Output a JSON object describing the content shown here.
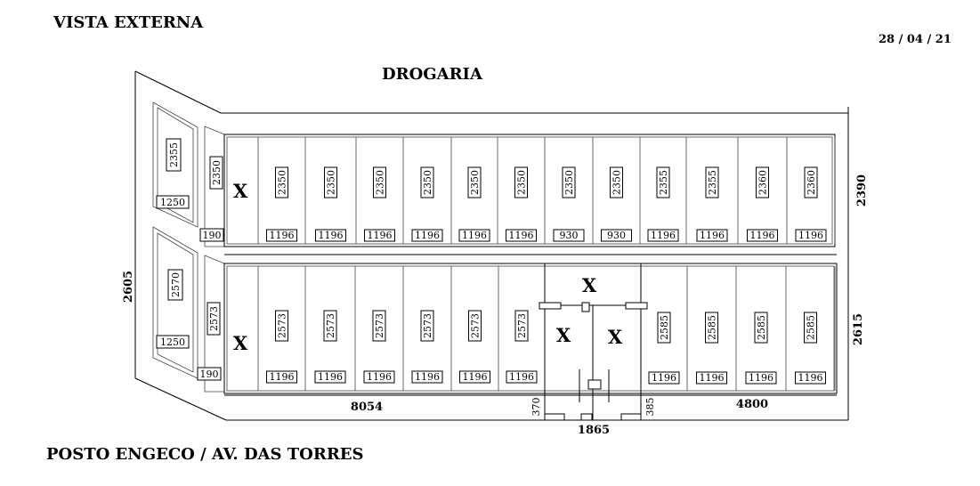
{
  "header": {
    "title": "VISTA EXTERNA",
    "date": "28 / 04 / 21",
    "store": "DROGARIA",
    "location": "POSTO ENGECO / AV. DAS TORRES"
  },
  "side": {
    "upper_height": "2355",
    "upper_width": "1250",
    "lower_height": "2570",
    "lower_width": "1250",
    "overall_left": "2605"
  },
  "row_top": {
    "left_height": "2350",
    "left_width": "190",
    "mark": "X",
    "heights": [
      "2350",
      "2350",
      "2350",
      "2350",
      "2350",
      "2350",
      "2350",
      "2350",
      "2355",
      "2355",
      "2360",
      "2360"
    ],
    "widths": [
      "1196",
      "1196",
      "1196",
      "1196",
      "1196",
      "1196",
      "930",
      "930",
      "1196",
      "1196",
      "1196",
      "1196"
    ],
    "overall_right": "2390"
  },
  "row_bottom": {
    "left_height": "2573",
    "left_width": "190",
    "mark": "X",
    "left_heights": [
      "2573",
      "2573",
      "2573",
      "2573",
      "2573",
      "2573"
    ],
    "left_widths": [
      "1196",
      "1196",
      "1196",
      "1196",
      "1196",
      "1196"
    ],
    "door_marks": [
      "X",
      "X",
      "X"
    ],
    "right_heights": [
      "2585",
      "2585",
      "2585",
      "2585"
    ],
    "right_widths": [
      "1196",
      "1196",
      "1196",
      "1196"
    ],
    "overall_right": "2615"
  },
  "bottom_dims": {
    "left_run": "8054",
    "door_left": "370",
    "door_right": "385",
    "door_width": "1865",
    "right_run": "4800"
  }
}
